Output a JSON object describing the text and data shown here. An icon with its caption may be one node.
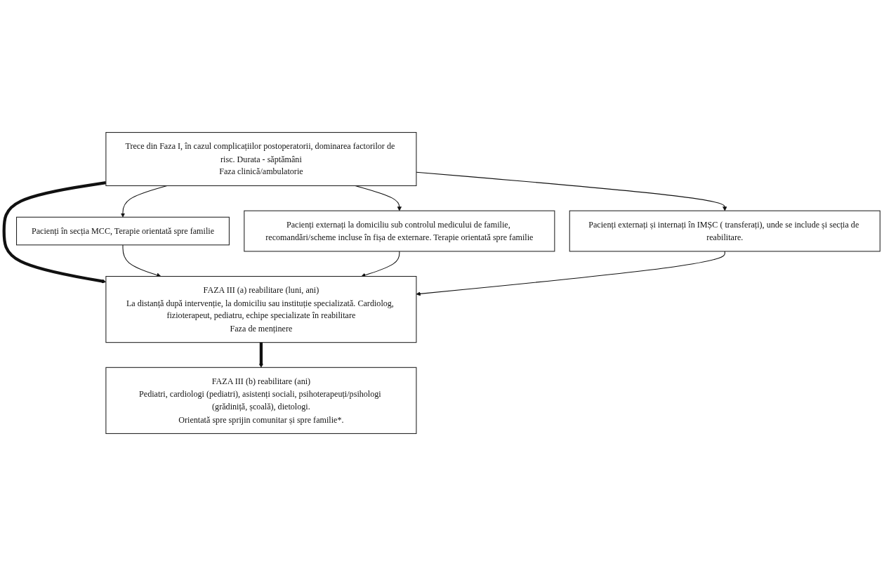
{
  "diagram": {
    "nodes": [
      {
        "text": [
          "Trece din Faza I, în cazul complicațiilor postoperatorii, dominarea factorilor de risc. Durata - săptămâni",
          "Faza clinică/ambulatorie"
        ]
      },
      {
        "text": [
          "Pacienți în secția MCC, Terapie orientată spre familie"
        ]
      },
      {
        "text": [
          "Pacienți externați la domiciliu sub controlul medicului de familie, recomandări/scheme incluse în fișa de externare. Terapie orientată spre familie"
        ]
      },
      {
        "text": [
          "Pacienți externați și internați în IMȘC ( transferați), unde se include și secția de reabilitare."
        ]
      },
      {
        "text": [
          "FAZA III (a) reabilitare (luni, ani)",
          "La distanță după intervenție, la domiciliu sau instituție specializată. Cardiolog, fizioterapeut, pediatru, echipe specializate în reabilitare",
          "Faza de menținere"
        ]
      },
      {
        "text": [
          "FAZA III (b) reabilitare (ani)",
          "Pediatri, cardiologi (pediatri), asistenți sociali, psihoterapeuți/psihologi (grădiniță, școală), dietologi.",
          "Orientată spre sprijin comunitar și spre familie*."
        ]
      }
    ],
    "edges": [
      {
        "from": 0,
        "to": 4,
        "arrow": "to",
        "style": "thick"
      },
      {
        "from": 0,
        "to": 1,
        "arrow": "to"
      },
      {
        "from": 0,
        "to": 2,
        "arrow": "to"
      },
      {
        "from": 0,
        "to": 3,
        "arrow": "to"
      },
      {
        "from": 1,
        "to": 4,
        "arrow": "to"
      },
      {
        "from": 2,
        "to": 4,
        "arrow": "to"
      },
      {
        "from": 3,
        "to": 4,
        "arrow": "to"
      },
      {
        "from": 4,
        "to": 5,
        "arrow": "to",
        "style": "thick"
      }
    ]
  }
}
